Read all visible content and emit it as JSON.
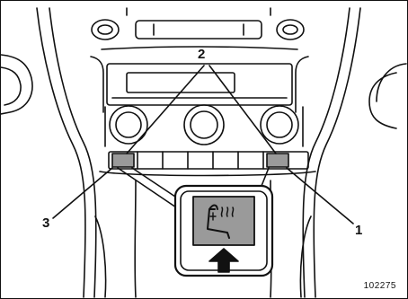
{
  "figure": {
    "callouts": {
      "button_pair": "2",
      "right_button": "1",
      "left_button": "3"
    },
    "figure_code": "102275",
    "colors": {
      "ink": "#111111",
      "button_fill": "#9a9a9a",
      "panel_fill": "#ffffff"
    },
    "icons": {
      "inset_icon": "seat-heater-icon",
      "pointer": "arrow-up-icon"
    }
  }
}
